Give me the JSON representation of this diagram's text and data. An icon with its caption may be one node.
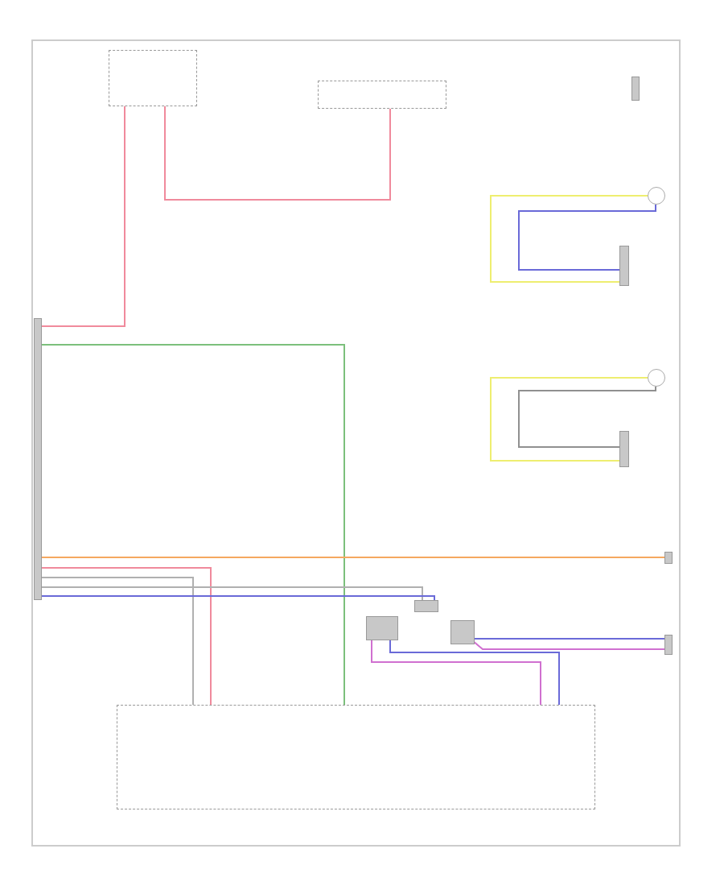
{
  "diagram": {
    "nodes": [
      {
        "text": [],
        "shape": "box"
      },
      {
        "text": [],
        "shape": "box"
      },
      {
        "text": [],
        "shape": "bar"
      },
      {
        "text": [],
        "shape": "bar"
      },
      {
        "text": [],
        "shape": "circle"
      },
      {
        "text": [],
        "shape": "bar"
      },
      {
        "text": [],
        "shape": "circle"
      },
      {
        "text": [],
        "shape": "bar"
      },
      {
        "text": [],
        "shape": "bar"
      },
      {
        "text": [],
        "shape": "box"
      },
      {
        "text": [],
        "shape": "bar"
      },
      {
        "text": [],
        "shape": "bar"
      },
      {
        "text": [],
        "shape": "bar"
      },
      {
        "text": [],
        "shape": "bar"
      }
    ],
    "edges": [
      {
        "from": 0,
        "to": 3,
        "arrow": "none",
        "color": "#f08a9c"
      },
      {
        "from": 0,
        "to": 1,
        "arrow": "none",
        "color": "#f08a9c"
      },
      {
        "from": 3,
        "to": 9,
        "arrow": "none",
        "color": "#7cc07c"
      },
      {
        "from": 3,
        "to": 8,
        "arrow": "none",
        "color": "#f5a860"
      },
      {
        "from": 3,
        "to": 9,
        "arrow": "none",
        "color": "#f08a9c"
      },
      {
        "from": 3,
        "to": 9,
        "arrow": "none",
        "color": "#b0b0b0"
      },
      {
        "from": 3,
        "to": 10,
        "arrow": "none",
        "color": "#b0b0b0"
      },
      {
        "from": 3,
        "to": 10,
        "arrow": "none",
        "color": "#6a6ad8"
      },
      {
        "from": 4,
        "to": 5,
        "arrow": "none",
        "color": "#eeee70"
      },
      {
        "from": 4,
        "to": 5,
        "arrow": "none",
        "color": "#6a6ad8"
      },
      {
        "from": 6,
        "to": 7,
        "arrow": "none",
        "color": "#eeee70"
      },
      {
        "from": 6,
        "to": 7,
        "arrow": "none",
        "color": "#909090"
      },
      {
        "from": 11,
        "to": 9,
        "arrow": "none",
        "color": "#d070d0"
      },
      {
        "from": 11,
        "to": 9,
        "arrow": "none",
        "color": "#6a6ad8"
      },
      {
        "from": 12,
        "to": 13,
        "arrow": "none",
        "color": "#6a6ad8"
      },
      {
        "from": 12,
        "to": 13,
        "arrow": "none",
        "color": "#d070d0"
      }
    ]
  }
}
